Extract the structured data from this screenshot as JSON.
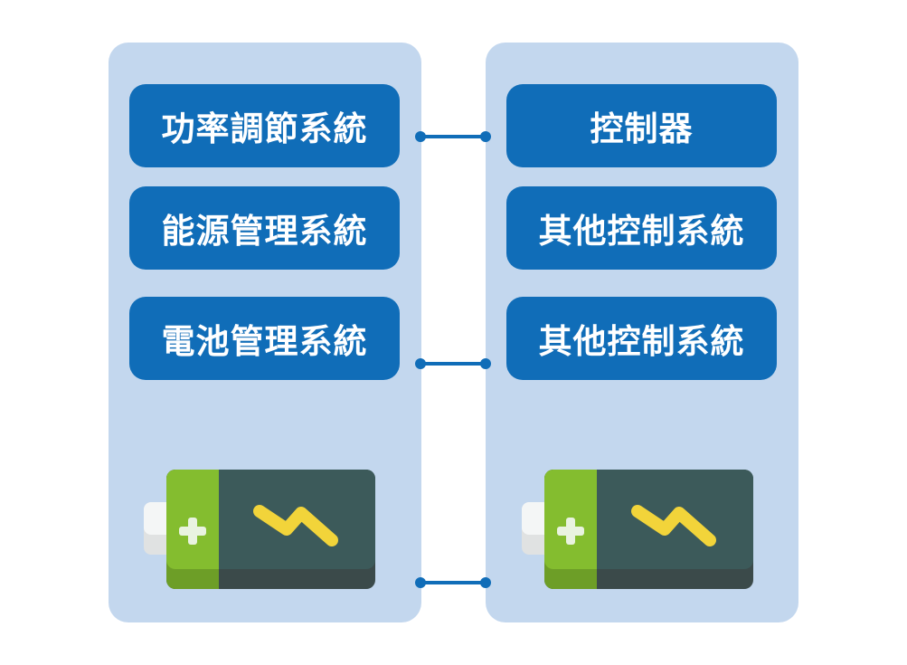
{
  "left_panel": {
    "items": [
      {
        "label": "功率調節系統"
      },
      {
        "label": "能源管理系統"
      },
      {
        "label": "電池管理系統"
      }
    ]
  },
  "right_panel": {
    "items": [
      {
        "label": "控制器"
      },
      {
        "label": "其他控制系統"
      },
      {
        "label": "其他控制系統"
      }
    ]
  },
  "colors": {
    "panel_bg": "#c3d7ee",
    "box_bg": "#106db8",
    "connector": "#106db8",
    "battery_body": "#3c5a5a",
    "battery_terminal": "#84bd2f",
    "bolt": "#f2d43a"
  },
  "icons": [
    "battery-icon",
    "lightning-bolt-icon",
    "plus-icon"
  ]
}
